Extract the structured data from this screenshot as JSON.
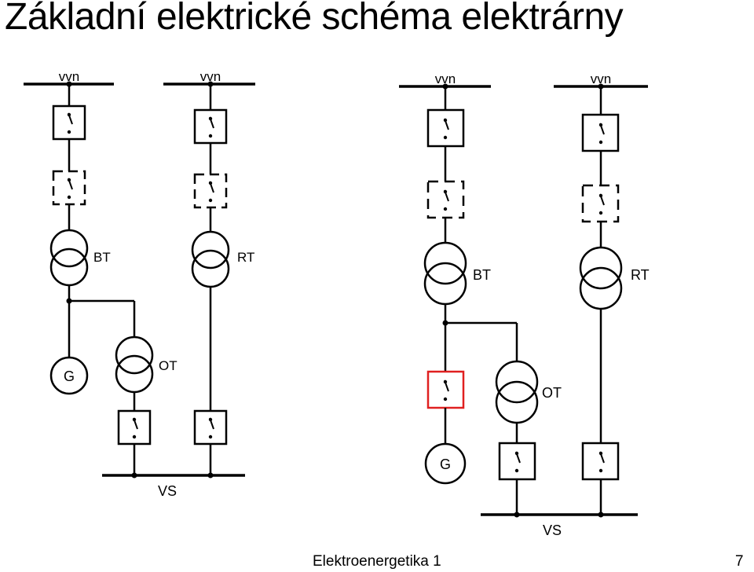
{
  "title": "Základní elektrické schéma elektrárny",
  "footer": {
    "course": "Elektroenergetika 1",
    "page": "7"
  },
  "labels": {
    "vvn": "vvn",
    "bt": "BT",
    "rt": "RT",
    "ot": "OT",
    "g": "G",
    "vs": "VS"
  },
  "colors": {
    "line": "#000000",
    "highlight": "#e02020"
  }
}
